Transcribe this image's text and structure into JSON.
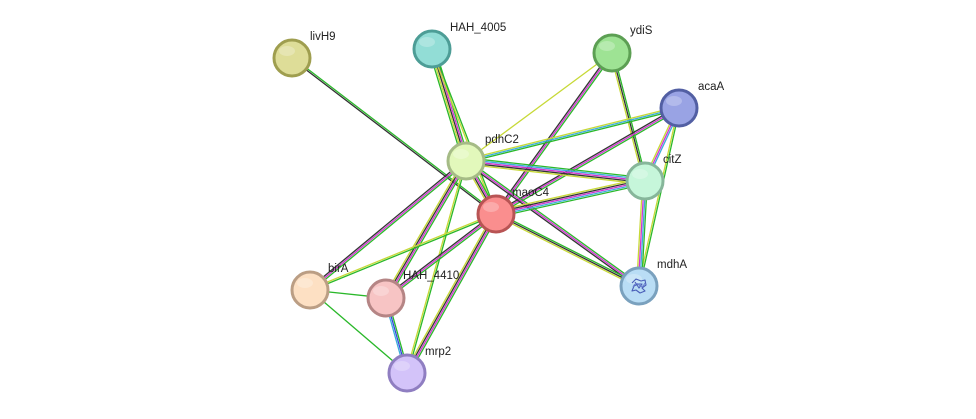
{
  "nodes": [
    {
      "id": "livH9",
      "label": "livH9",
      "fill": "#dedd98",
      "stroke": "#9f9e4f"
    },
    {
      "id": "HAH_4005",
      "label": "HAH_4005",
      "fill": "#92ddd6",
      "stroke": "#4d9d96"
    },
    {
      "id": "ydiS",
      "label": "ydiS",
      "fill": "#9ee394",
      "stroke": "#5c9f53"
    },
    {
      "id": "acaA",
      "label": "acaA",
      "fill": "#99a3e4",
      "stroke": "#525fa3"
    },
    {
      "id": "pdhC2",
      "label": "pdhC2",
      "fill": "#e2f8bb",
      "stroke": "#a5bb86"
    },
    {
      "id": "citZ",
      "label": "citZ",
      "fill": "#c6f6da",
      "stroke": "#86b69a"
    },
    {
      "id": "maoC4",
      "label": "maoC4",
      "fill": "#fa8e8e",
      "stroke": "#b85454"
    },
    {
      "id": "birA",
      "label": "birA",
      "fill": "#fde0c3",
      "stroke": "#bb9e84"
    },
    {
      "id": "HAH_4410",
      "label": "HAH_4410",
      "fill": "#f7c4c4",
      "stroke": "#b58585"
    },
    {
      "id": "mdhA",
      "label": "mdhA",
      "fill": "#b9ddf5",
      "stroke": "#7aa1be",
      "has_structure": true
    },
    {
      "id": "mrp2",
      "label": "mrp2",
      "fill": "#d3c3f9",
      "stroke": "#8f7ec1"
    }
  ],
  "edges": [
    {
      "source": "livH9",
      "target": "maoC4",
      "colors": [
        "#2ab82a",
        "#333333"
      ]
    },
    {
      "source": "HAH_4005",
      "target": "pdhC2",
      "colors": [
        "#2ab82a",
        "#d233d2",
        "#333333",
        "#c7d937",
        "#2ab82a"
      ]
    },
    {
      "source": "HAH_4005",
      "target": "maoC4",
      "colors": [
        "#2ab82a",
        "#c7d937"
      ]
    },
    {
      "source": "ydiS",
      "target": "maoC4",
      "colors": [
        "#2ab82a",
        "#d233d2",
        "#333333"
      ]
    },
    {
      "source": "ydiS",
      "target": "pdhC2",
      "colors": [
        "#c7d937"
      ]
    },
    {
      "source": "ydiS",
      "target": "citZ",
      "colors": [
        "#2ab82a",
        "#333333",
        "#c7d937"
      ]
    },
    {
      "source": "acaA",
      "target": "pdhC2",
      "colors": [
        "#2ab82a",
        "#3caddb",
        "#c7d937"
      ]
    },
    {
      "source": "acaA",
      "target": "maoC4",
      "colors": [
        "#2ab82a",
        "#d233d2",
        "#333333"
      ]
    },
    {
      "source": "acaA",
      "target": "citZ",
      "colors": [
        "#3caddb",
        "#d233d2",
        "#c7d937"
      ]
    },
    {
      "source": "acaA",
      "target": "mdhA",
      "colors": [
        "#2ab82a",
        "#c7d937"
      ]
    },
    {
      "source": "pdhC2",
      "target": "citZ",
      "colors": [
        "#2ab82a",
        "#3caddb",
        "#d233d2",
        "#333333",
        "#c7d937"
      ]
    },
    {
      "source": "pdhC2",
      "target": "maoC4",
      "colors": [
        "#2ab82a",
        "#d233d2",
        "#333333",
        "#c7d937"
      ]
    },
    {
      "source": "pdhC2",
      "target": "mdhA",
      "colors": [
        "#2ab82a",
        "#d233d2",
        "#333333"
      ]
    },
    {
      "source": "pdhC2",
      "target": "birA",
      "colors": [
        "#2ab82a",
        "#d233d2",
        "#333333"
      ]
    },
    {
      "source": "pdhC2",
      "target": "HAH_4410",
      "colors": [
        "#2ab82a",
        "#d233d2",
        "#333333",
        "#c7d937"
      ]
    },
    {
      "source": "pdhC2",
      "target": "mrp2",
      "colors": [
        "#2ab82a",
        "#c7d937"
      ]
    },
    {
      "source": "citZ",
      "target": "maoC4",
      "colors": [
        "#2ab82a",
        "#3caddb",
        "#d233d2",
        "#333333",
        "#c7d937"
      ]
    },
    {
      "source": "citZ",
      "target": "mdhA",
      "colors": [
        "#2ab82a",
        "#3caddb",
        "#d233d2",
        "#c7d937"
      ]
    },
    {
      "source": "maoC4",
      "target": "mdhA",
      "colors": [
        "#2ab82a",
        "#333333",
        "#c7d937"
      ]
    },
    {
      "source": "maoC4",
      "target": "birA",
      "colors": [
        "#2ab82a",
        "#c7d937"
      ]
    },
    {
      "source": "maoC4",
      "target": "HAH_4410",
      "colors": [
        "#2ab82a",
        "#d233d2",
        "#333333"
      ]
    },
    {
      "source": "maoC4",
      "target": "mrp2",
      "colors": [
        "#2ab82a",
        "#d233d2",
        "#333333",
        "#c7d937"
      ]
    },
    {
      "source": "birA",
      "target": "HAH_4410",
      "colors": [
        "#2ab82a"
      ]
    },
    {
      "source": "birA",
      "target": "mrp2",
      "colors": [
        "#2ab82a"
      ]
    },
    {
      "source": "HAH_4410",
      "target": "mrp2",
      "colors": [
        "#2ab82a",
        "#3344dd",
        "#3caddb"
      ]
    }
  ]
}
